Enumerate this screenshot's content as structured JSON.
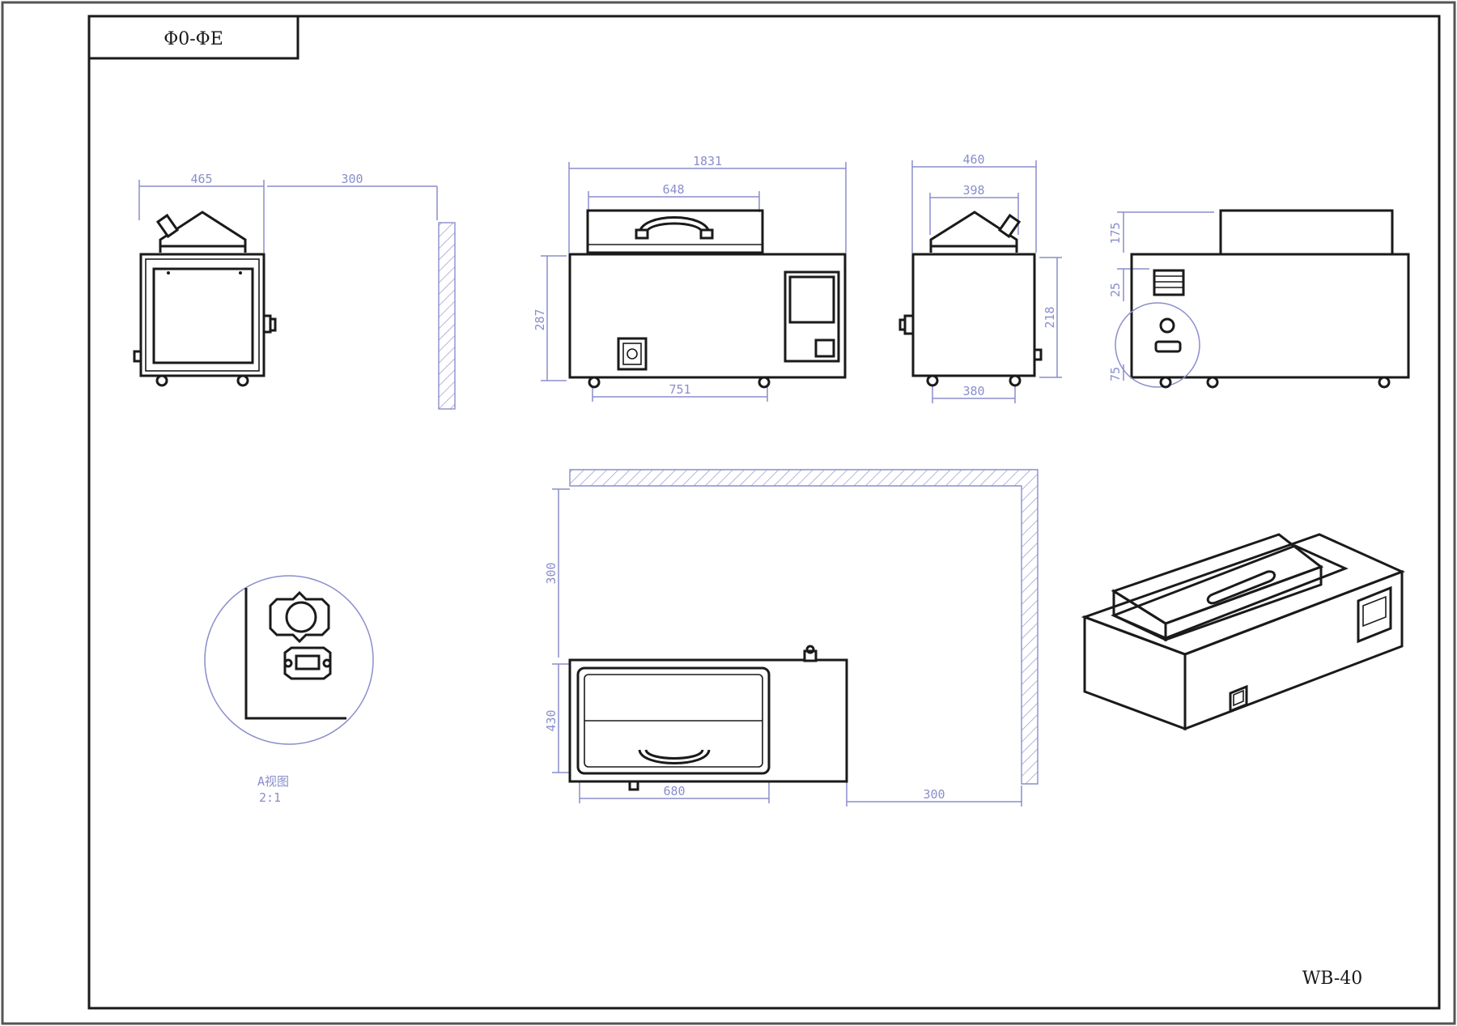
{
  "title_block": {
    "label": "Φ0-ΦE"
  },
  "drawing_number": "WB-40",
  "detail": {
    "name": "A视图",
    "scale": "2:1"
  },
  "dims": {
    "side_left_width": "465",
    "side_left_clearance": "300",
    "front_width": "1831",
    "front_lid_width": "648",
    "front_height": "287",
    "front_feet_span": "751",
    "side_right_width": "460",
    "side_right_top": "398",
    "side_right_height": "218",
    "side_right_feet": "380",
    "rear_lid_height": "175",
    "rear_vent": "25",
    "rear_base": "75",
    "top_rear_clearance": "300",
    "top_depth": "430",
    "top_width": "680",
    "top_side_clearance": "300"
  },
  "colors": {
    "line": "#1a1a1a",
    "dimension": "#8a8ecb",
    "paper": "#ffffff"
  }
}
